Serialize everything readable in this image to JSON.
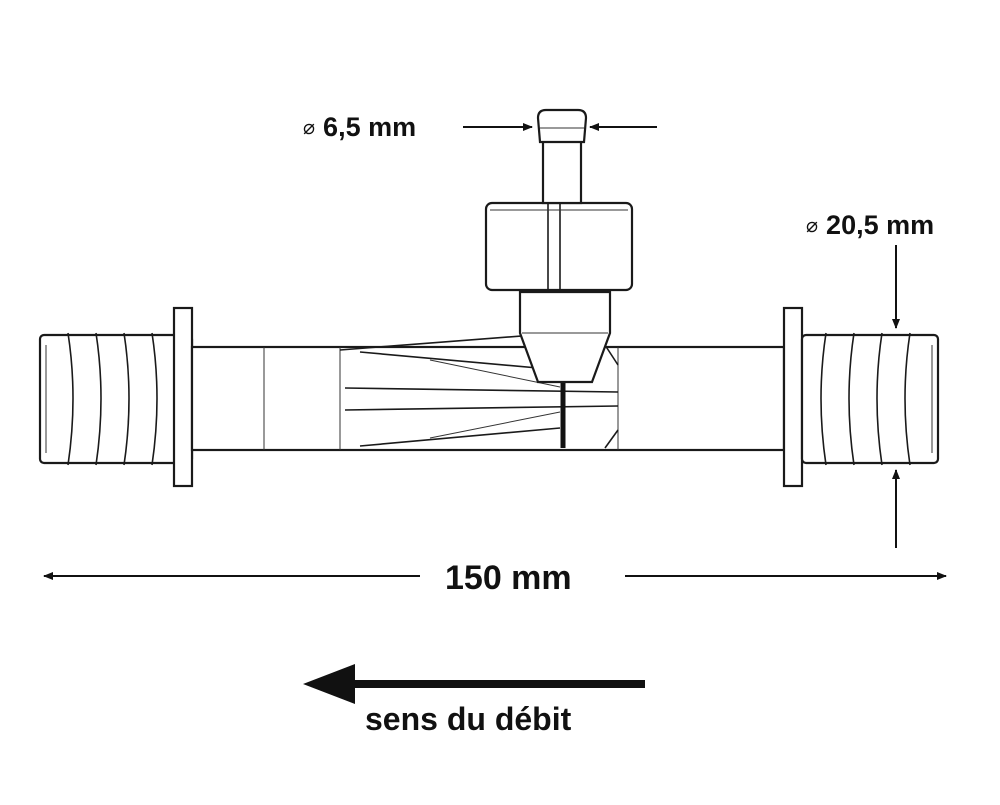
{
  "diagram": {
    "small_outlet": {
      "symbol": "⌀",
      "label": "6,5 mm"
    },
    "large_inlet": {
      "symbol": "⌀",
      "label": "20,5 mm"
    },
    "overall_length": {
      "label": "150 mm"
    },
    "flow_direction": {
      "label": "sens du débit"
    }
  }
}
